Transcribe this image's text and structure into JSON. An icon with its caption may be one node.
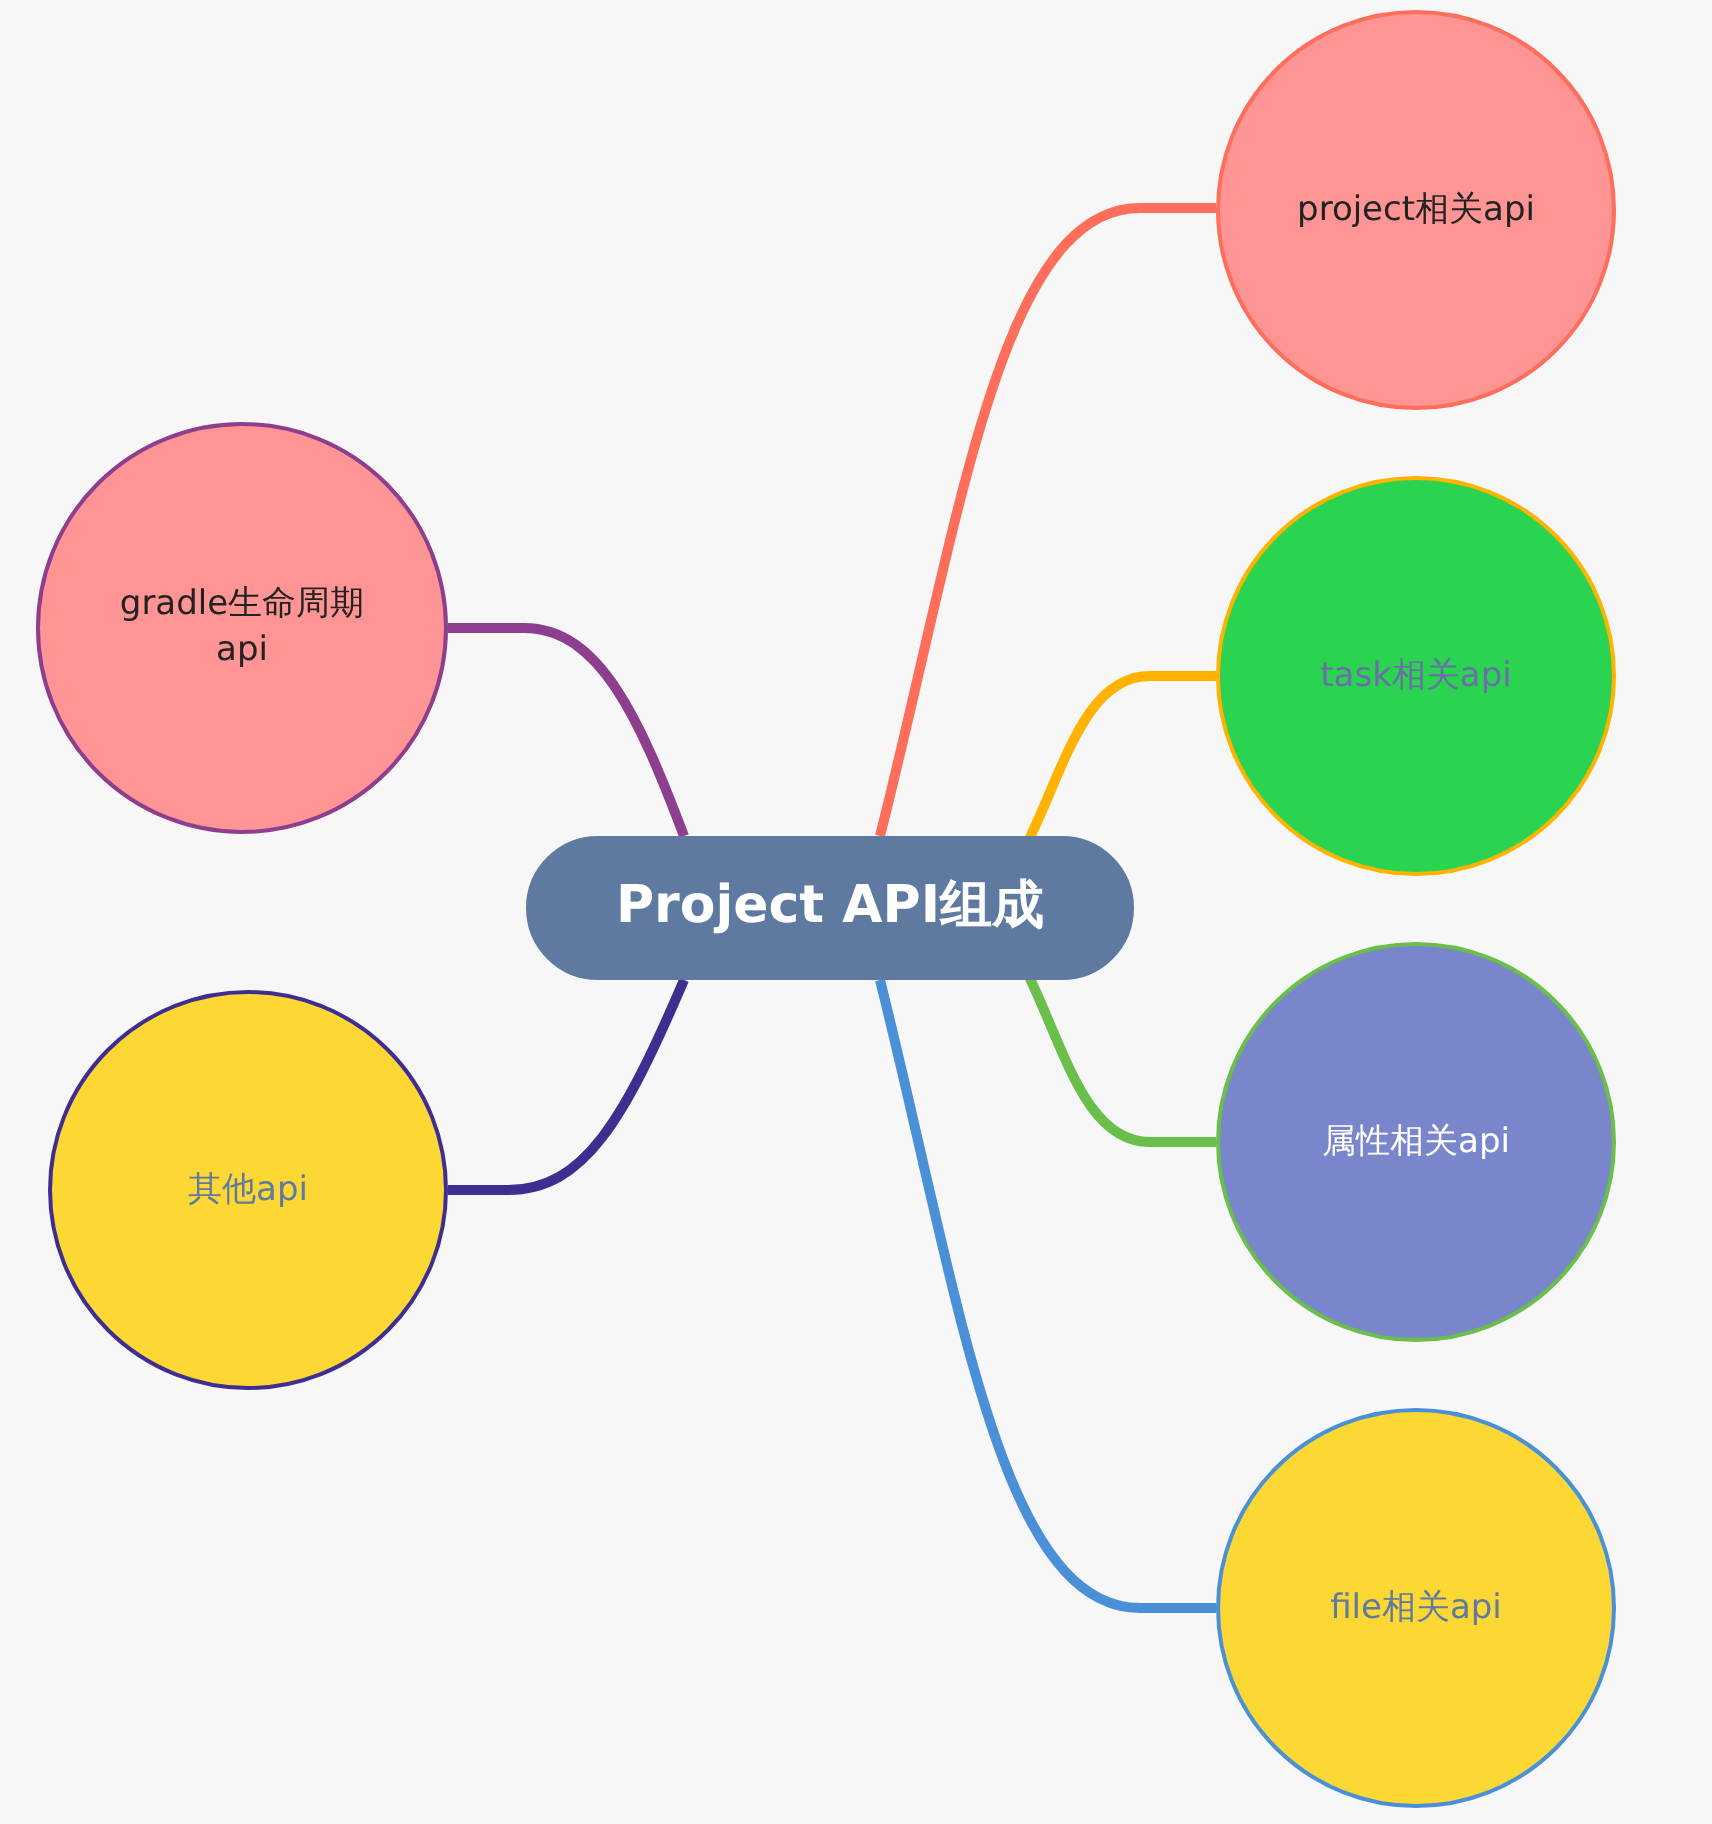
{
  "diagram": {
    "nodes": [
      {
        "text": [
          "Project API组成"
        ]
      },
      {
        "text": [
          "project相关api"
        ]
      },
      {
        "text": [
          "task相关api"
        ]
      },
      {
        "text": [
          "属性相关api"
        ]
      },
      {
        "text": [
          "file相关api"
        ]
      },
      {
        "text": [
          "gradle生命周期 api"
        ]
      },
      {
        "text": [
          "其他api"
        ]
      }
    ],
    "edges": [
      {
        "from": 0,
        "to": 1,
        "arrow": "none",
        "color": "#ff6e5a"
      },
      {
        "from": 0,
        "to": 2,
        "arrow": "none",
        "color": "#ffb300"
      },
      {
        "from": 0,
        "to": 3,
        "arrow": "none",
        "color": "#6abf4b"
      },
      {
        "from": 0,
        "to": 4,
        "arrow": "none",
        "color": "#4a90d9"
      },
      {
        "from": 0,
        "to": 5,
        "arrow": "none",
        "color": "#8e3e8e"
      },
      {
        "from": 0,
        "to": 6,
        "arrow": "none",
        "color": "#3f2d91"
      }
    ]
  }
}
